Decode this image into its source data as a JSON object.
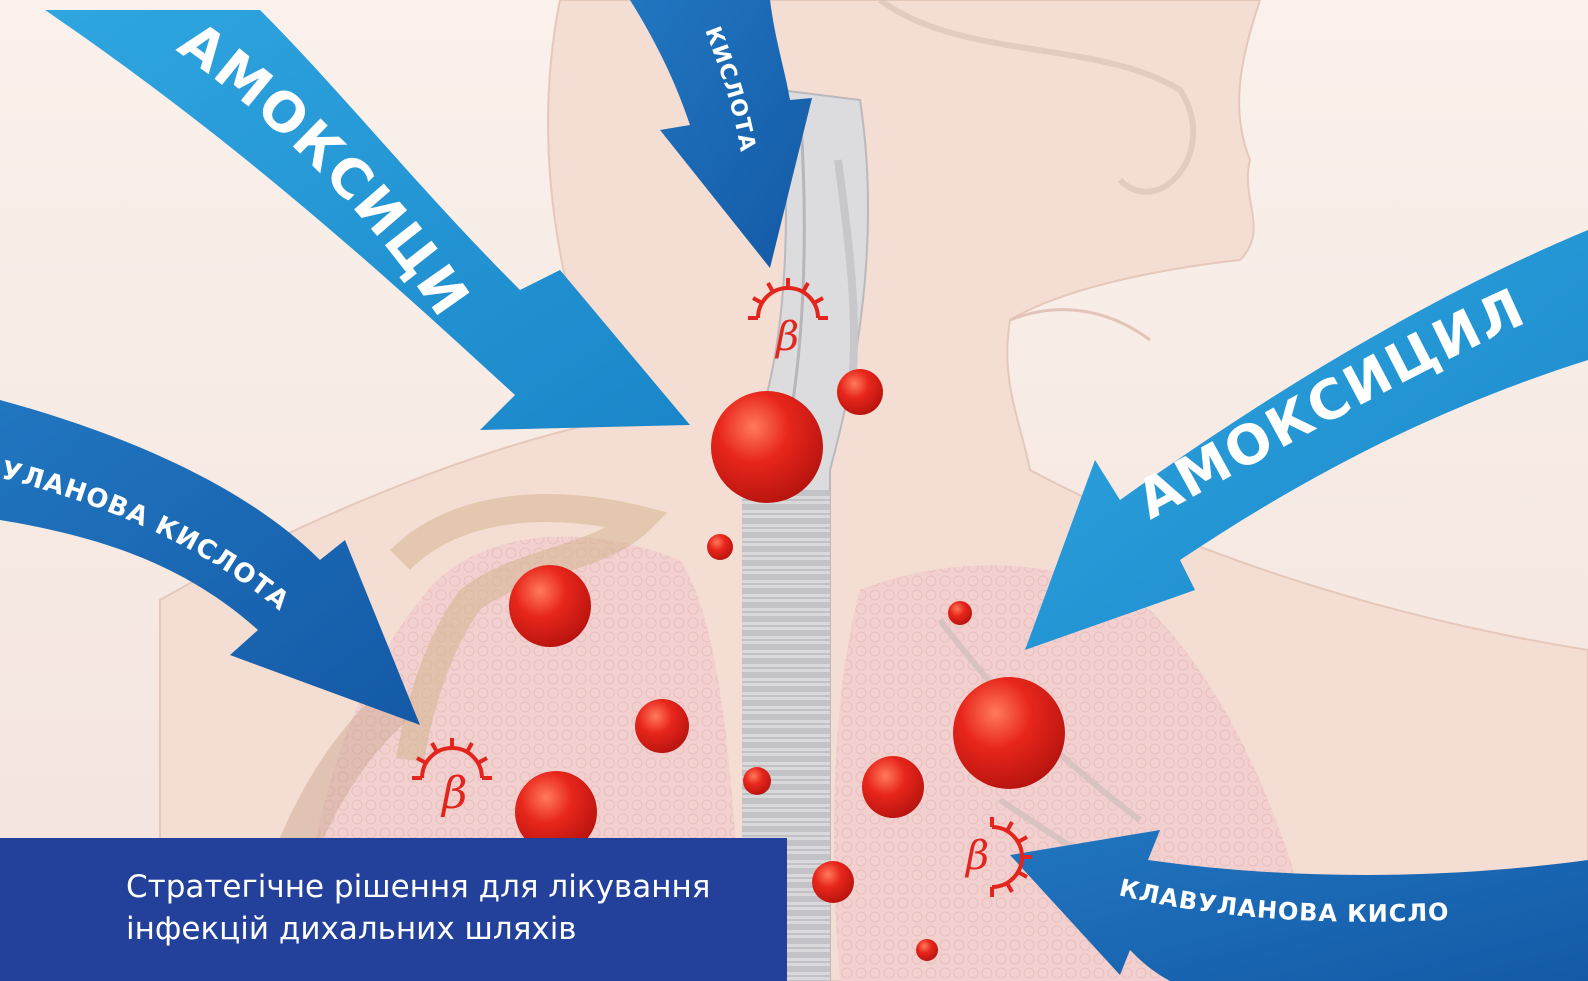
{
  "arrows": {
    "top_left_amoxicillin": "АМОКСИЦИЛІН",
    "top_small_acid": "КИСЛОТА",
    "left_clavulanic": "УЛАНОВА КИСЛОТА",
    "right_amoxicillin": "АМОКСИЦИЛІН",
    "bottom_right_clavulanic": "КЛАВУЛАНОВА КИСЛОТА"
  },
  "beta_symbol": "β",
  "caption": {
    "line1": "Стратегічне рішення для лікування",
    "line2": "інфекцій дихальних шляхів"
  },
  "colors": {
    "arrow_light": "#1f9ad8",
    "arrow_dark": "#1a6fb9",
    "bacteria_red": "#e2261d",
    "caption_bg": "#23419a"
  }
}
